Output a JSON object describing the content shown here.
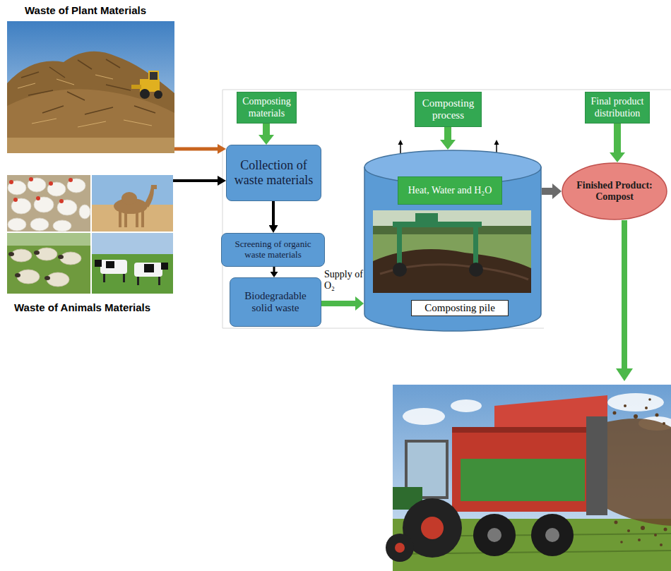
{
  "diagram": {
    "nodes": [
      {
        "text": [
          "Waste of Plant Materials"
        ]
      },
      {
        "text": [
          "Waste of Animals Materials"
        ]
      },
      {
        "text": [
          "Composting materials"
        ]
      },
      {
        "text": [
          "Collection of waste materials"
        ]
      },
      {
        "text": [
          "Screening of organic waste materials"
        ]
      },
      {
        "text": [
          "Biodegradable solid waste"
        ]
      },
      {
        "text": [
          "Composting process"
        ]
      },
      {
        "text": [
          "Composting pile"
        ]
      },
      {
        "text": [
          "Heat, Water and H₂O"
        ],
        "in": 7
      },
      {
        "text": [
          "Final product distribution"
        ]
      },
      {
        "text": [
          "Finished Product: Compost"
        ]
      }
    ],
    "edges": [
      {
        "from": 0,
        "to": 3,
        "arrow": "to"
      },
      {
        "from": 1,
        "to": 3,
        "arrow": "to"
      },
      {
        "from": 2,
        "to": 3,
        "arrow": "to"
      },
      {
        "from": 3,
        "to": 4,
        "arrow": "to"
      },
      {
        "from": 4,
        "to": 5,
        "arrow": "to"
      },
      {
        "from": 5,
        "to": 7,
        "label": "Supply of O₂",
        "arrow": "to"
      },
      {
        "from": 6,
        "to": 7,
        "arrow": "to"
      },
      {
        "from": 7,
        "to": 10,
        "arrow": "to"
      },
      {
        "from": 9,
        "to": 10,
        "arrow": "to"
      }
    ]
  }
}
